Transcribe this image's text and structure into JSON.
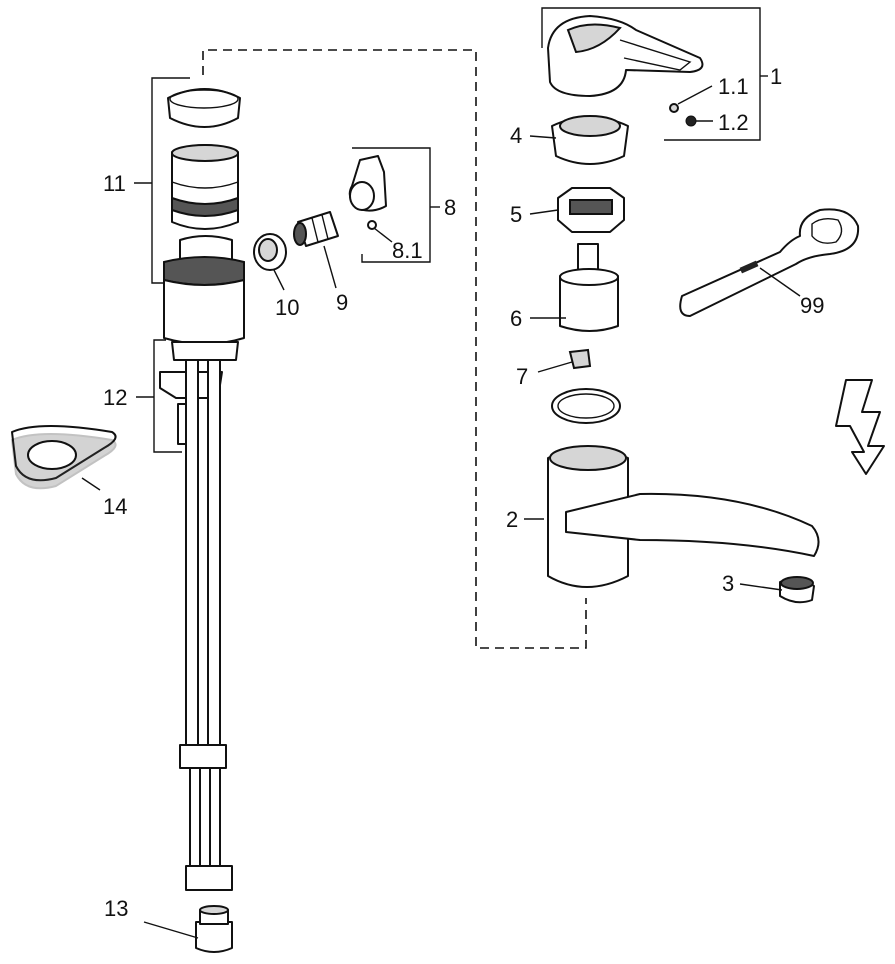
{
  "labels": {
    "p1": "1",
    "p1_1": "1.1",
    "p1_2": "1.2",
    "p2": "2",
    "p3": "3",
    "p4": "4",
    "p5": "5",
    "p6": "6",
    "p7": "7",
    "p8": "8",
    "p8_1": "8.1",
    "p9": "9",
    "p10": "10",
    "p11": "11",
    "p12": "12",
    "p13": "13",
    "p14": "14",
    "p99": "99"
  },
  "icons": {
    "warning": "lightning-arrow-icon"
  }
}
